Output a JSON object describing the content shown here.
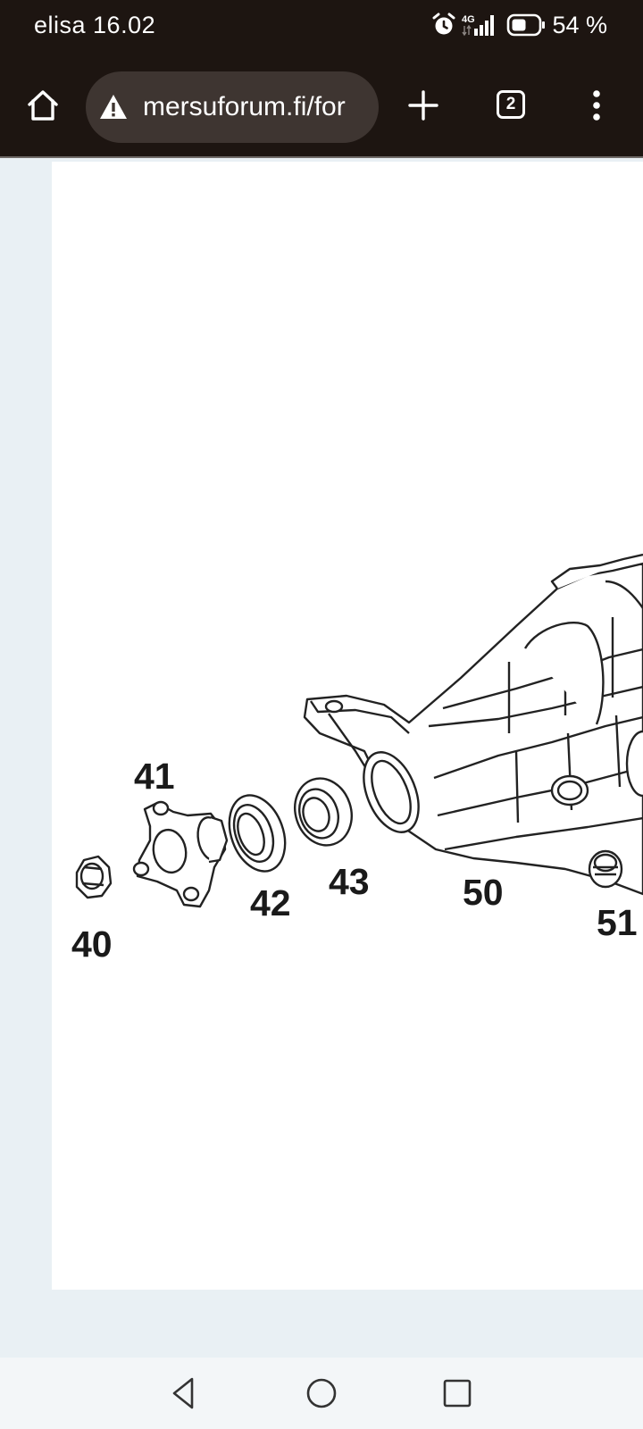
{
  "status_bar": {
    "carrier_time": "elisa 16.02",
    "network": "4G",
    "battery": "54 %",
    "icons": [
      "alarm-icon",
      "signal-icon",
      "battery-icon"
    ]
  },
  "toolbar": {
    "url": "mersuforum.fi/for",
    "tab_count": "2",
    "icons": [
      "home-icon",
      "warning-icon",
      "plus-icon",
      "tabs-icon",
      "more-vert-icon"
    ]
  },
  "diagram": {
    "labels": [
      "40",
      "41",
      "42",
      "43",
      "50",
      "51"
    ]
  },
  "nav_bar": {
    "icons": [
      "back-icon",
      "home-circle-icon",
      "recents-icon"
    ]
  },
  "colors": {
    "toolbar_bg": "#1d1511",
    "url_bar_bg": "#3e3531",
    "page_bg": "#e9f0f4",
    "panel_bg": "#ffffff",
    "nav_bg": "#f3f6f8"
  }
}
